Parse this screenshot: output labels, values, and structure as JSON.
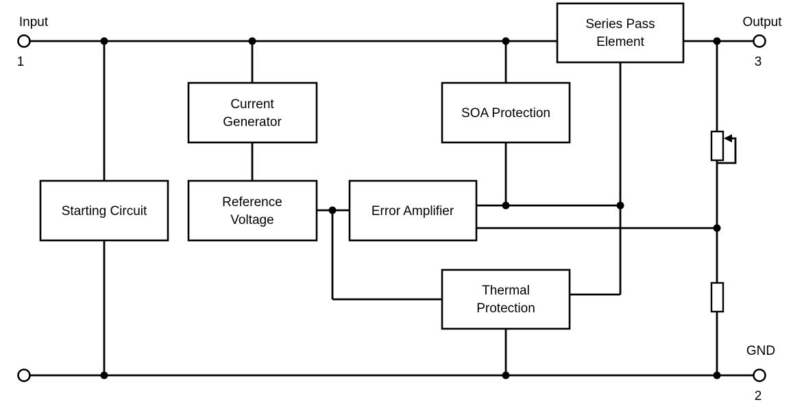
{
  "colors": {
    "ink": "#000000",
    "background": "#ffffff"
  },
  "terminals": {
    "input": {
      "label": "Input",
      "pin": "1"
    },
    "output": {
      "label": "Output",
      "pin": "3"
    },
    "gnd": {
      "label": "GND",
      "pin": "2"
    }
  },
  "blocks": {
    "series_pass_element": {
      "line1": "Series Pass",
      "line2": "Element"
    },
    "current_generator": {
      "line1": "Current",
      "line2": "Generator"
    },
    "soa_protection": {
      "label": "SOA Protection"
    },
    "starting_circuit": {
      "label": "Starting Circuit"
    },
    "reference_voltage": {
      "line1": "Reference",
      "line2": "Voltage"
    },
    "error_amplifier": {
      "label": "Error Amplifier"
    },
    "thermal_protection": {
      "line1": "Thermal",
      "line2": "Protection"
    }
  }
}
